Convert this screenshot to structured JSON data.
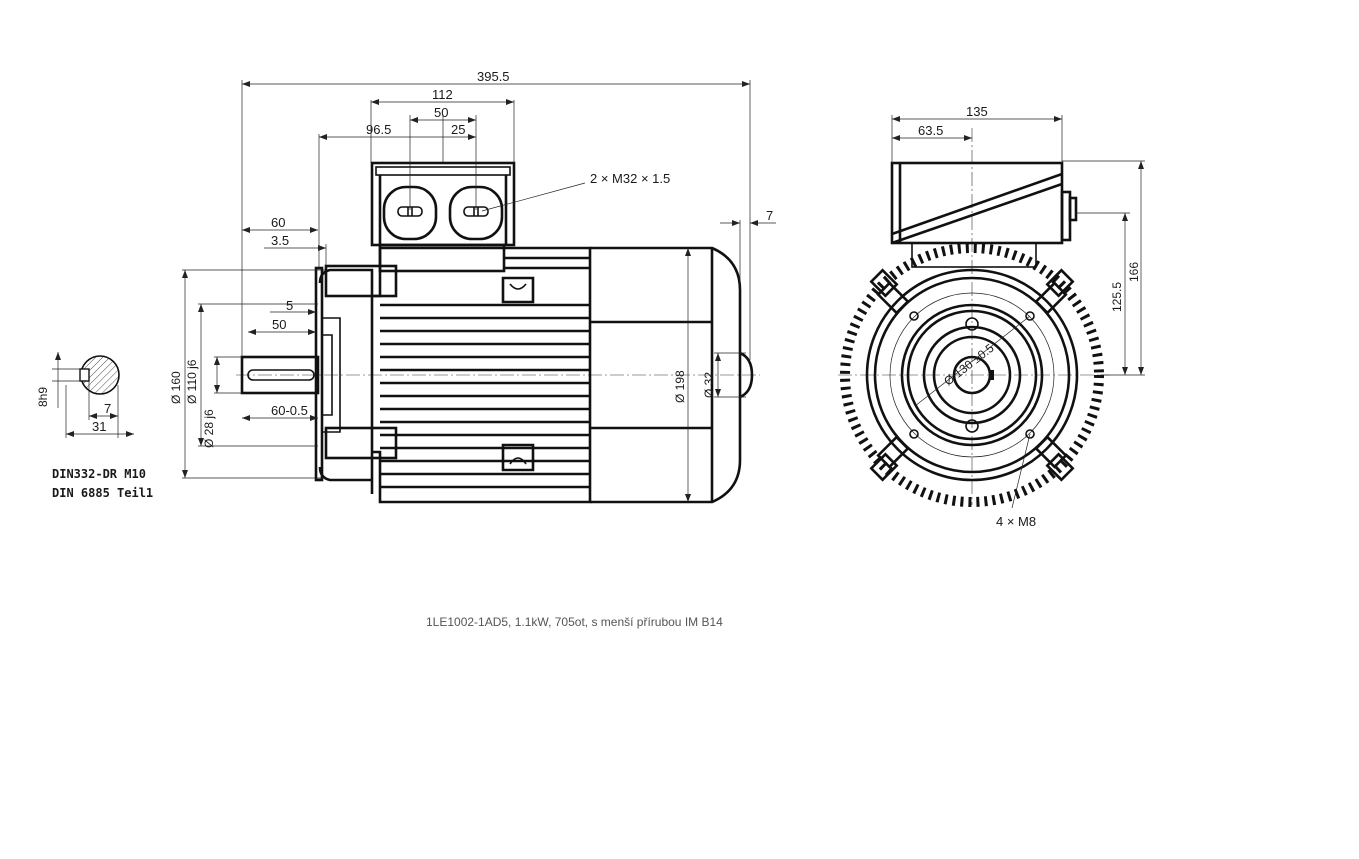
{
  "title": "1LE1002-1AD5, 1.1kW, 705ot, s menší přírubou IM B14",
  "notes": {
    "din_line1": "DIN332-DR M10",
    "din_line2": "DIN 6885 Teil1"
  },
  "labels": {
    "cable_gland": "2 × M32 × 1.5",
    "flange_holes": "4 × M8"
  },
  "side_view": {
    "dim_total_length": "395.5",
    "dim_terminal_box_width": "112",
    "dim_gland_spacing": "50",
    "dim_gland_offset": "25",
    "dim_box_position": "96.5",
    "dim_shaft_collar": "60",
    "dim_flange_thickness": "3.5",
    "dim_rear_shaft": "7",
    "dim_key_offset": "5",
    "dim_key_length": "50",
    "dim_shaft_length": "60-0.5",
    "dia_flange_outer": "Ø 160",
    "dia_spigot": "Ø 110 j6",
    "dia_shaft": "Ø 28 j6",
    "dia_body": "Ø 198",
    "dia_rear_shaft": "Ø 32"
  },
  "shaft_section": {
    "dim_key_height": "8h9",
    "dim_key_width": "7",
    "dim_shaft_section": "31"
  },
  "front_view": {
    "dim_box_width": "135",
    "dim_box_offset": "63.5",
    "dim_height_total": "166",
    "dim_height_gland": "125.5",
    "dia_bolt_circle": "Ø 130 ±0.5"
  }
}
